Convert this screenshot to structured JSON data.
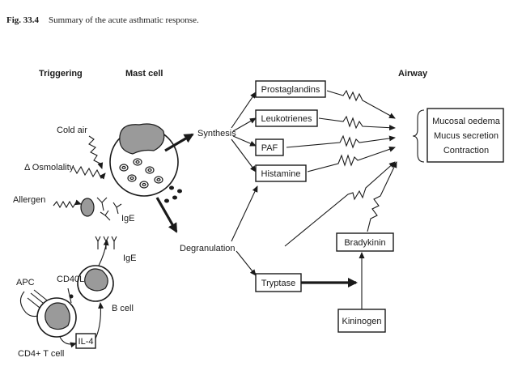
{
  "caption": {
    "figure_number": "Fig. 33.4",
    "text": "Summary of the acute asthmatic response."
  },
  "headers": {
    "triggering": "Triggering",
    "mast_cell": "Mast cell",
    "airway": "Airway"
  },
  "triggers": {
    "cold_air": "Cold air",
    "osmolality": "Δ Osmolality",
    "allergen": "Allergen"
  },
  "labels": {
    "ige_upper": "IgE",
    "ige_lower": "IgE",
    "apc": "APC",
    "cd40l": "CD40L",
    "b_cell": "B cell",
    "cd4_t_cell": "CD4+ T cell",
    "synthesis": "Synthesis",
    "degranulation": "Degranulation"
  },
  "boxes": {
    "il4": "IL-4",
    "prostaglandins": "Prostaglandins",
    "leukotrienes": "Leukotrienes",
    "paf": "PAF",
    "histamine": "Histamine",
    "tryptase": "Tryptase",
    "bradykinin": "Bradykinin",
    "kininogen": "Kininogen"
  },
  "outcomes": [
    "Mucosal oedema",
    "Mucus secretion",
    "Contraction"
  ]
}
